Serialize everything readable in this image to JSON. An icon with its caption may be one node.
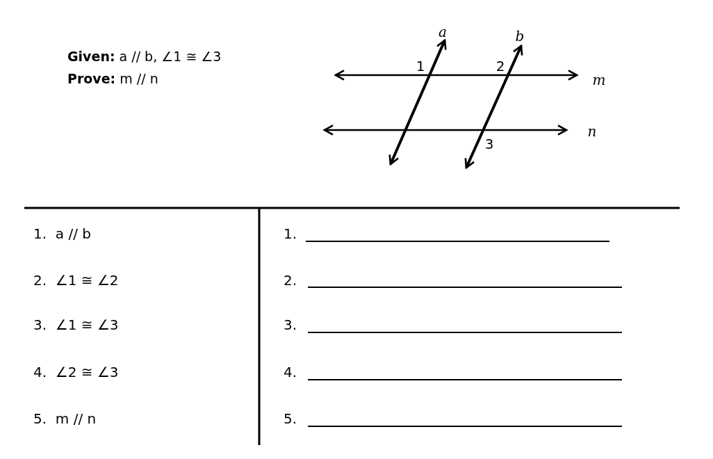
{
  "diagram": {
    "labels": [
      "**Given:** a // b, ∠1 ≅ ∠3",
      "**Prove:** m // n",
      "a",
      "b",
      "1",
      "2",
      "m",
      "n",
      "3",
      "1.  a // b",
      "1.",
      "2.  ∠1 ≅ ∠2",
      "2.",
      "3.  ∠1 ≅ ∠3",
      "3.",
      "4.  ∠2 ≅ ∠3",
      "4.",
      "5.  m // n",
      "5."
    ]
  }
}
